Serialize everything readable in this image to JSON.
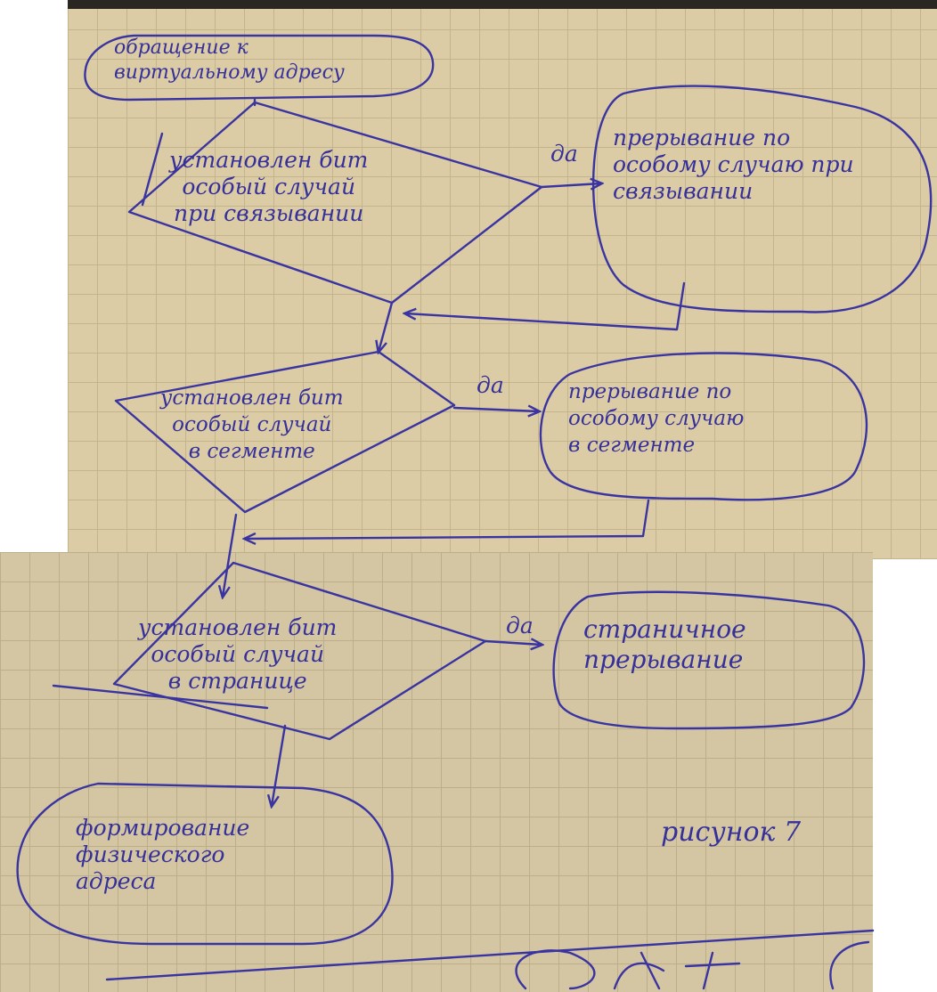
{
  "start": "обращение к\nвиртуальному адресу",
  "decision1": "установлен бит\nособый случай\nпри связывании",
  "interrupt1": "прерывание по\nособому случаю при\nсвязывании",
  "decision2": "установлен бит\nособый случай\nв сегменте",
  "interrupt2": "прерывание по\nособому случаю\nв сегменте",
  "decision3": "установлен бит\nособый случай\nв странице",
  "interrupt3": "страничное\nпрерывание",
  "end": "формирование\nфизического\nадреса",
  "yes1": "да",
  "yes2": "да",
  "yes3": "да",
  "figure_label": "рисунок 7",
  "colors": {
    "ink": "#3a34a0",
    "paper": "#dccca6"
  }
}
